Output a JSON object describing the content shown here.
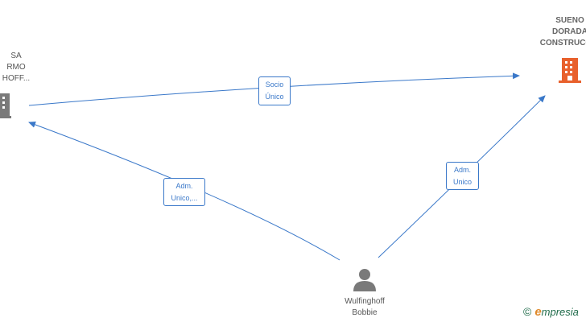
{
  "nodes": {
    "left_company": {
      "lines": [
        "SA",
        "RMO",
        "HOFF..."
      ]
    },
    "right_company": {
      "lines": [
        "SUENO",
        "DORADA",
        "CONSTRUCCIO"
      ]
    },
    "person": {
      "lines": [
        "Wulfinghoff",
        "Bobbie"
      ]
    }
  },
  "edges": {
    "socio_unico": {
      "lines": [
        "Socio",
        "Único"
      ]
    },
    "adm_unico_left": {
      "lines": [
        "Adm.",
        "Unico,..."
      ]
    },
    "adm_unico_right": {
      "lines": [
        "Adm.",
        "Unico"
      ]
    }
  },
  "colors": {
    "edge": "#3a78c9",
    "company_gray": "#7a7a7a",
    "company_highlight": "#e8602c",
    "person": "#7a7a7a"
  },
  "brand": {
    "copyright": "©",
    "e_letter": "e",
    "rest": "mpresia"
  },
  "icons": {
    "left_company": "building-icon",
    "right_company": "building-icon",
    "person": "person-icon"
  }
}
